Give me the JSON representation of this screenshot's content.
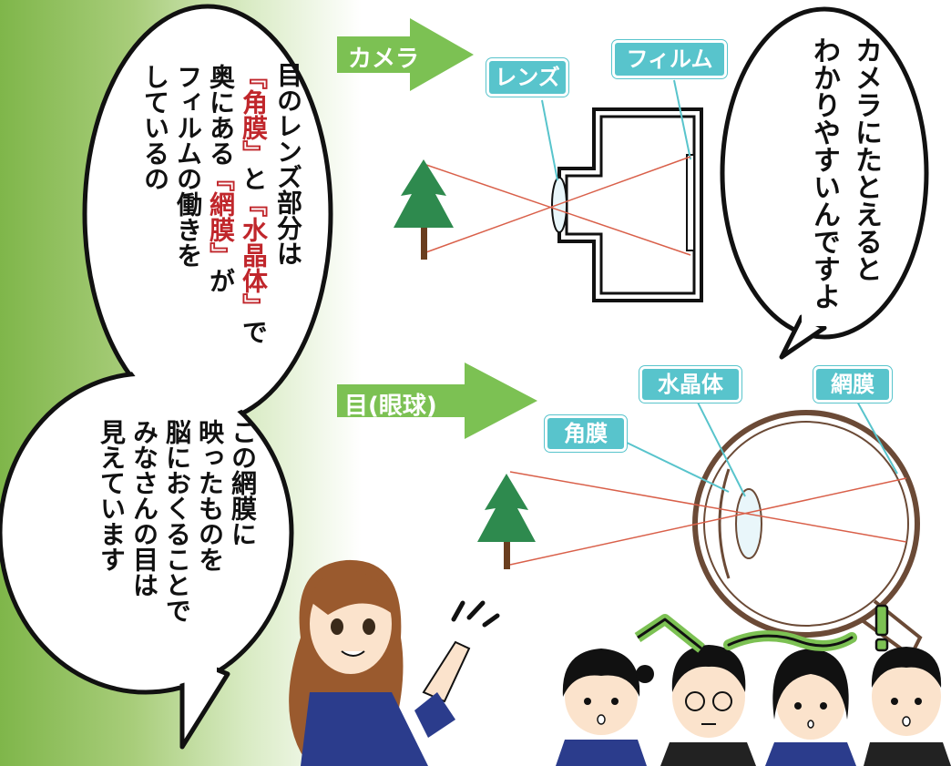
{
  "arrows": {
    "camera": "カメラ",
    "eye": "目(眼球)"
  },
  "camera_labels": {
    "lens": "レンズ",
    "film": "フィルム"
  },
  "eye_labels": {
    "cornea": "角膜",
    "crystalline_lens": "水晶体",
    "retina": "網膜"
  },
  "bubbles": {
    "top_right": [
      "カメラにたとえると",
      "わかりやすいんですよ"
    ],
    "left_upper": {
      "line1": "目のレンズ部分は",
      "line2_a": "『角膜』",
      "line2_b": "と",
      "line2_c": "『水晶体』",
      "line2_d": "で",
      "line3_a": "奥にある",
      "line3_b": "『網膜』",
      "line3_c": "が",
      "line4": "フィルムの働きを",
      "line5": "しているの"
    },
    "left_lower": [
      "この網膜に",
      "映ったものを",
      "脳におくることで",
      "みなさんの目は",
      "見えています"
    ]
  },
  "sfx": {
    "surprise": "へ〜！"
  },
  "colors": {
    "arrow_green": "#7cc153",
    "label_cyan": "#58c4cc",
    "emphasis_red": "#c0262b",
    "ray_red": "#d9604a"
  }
}
